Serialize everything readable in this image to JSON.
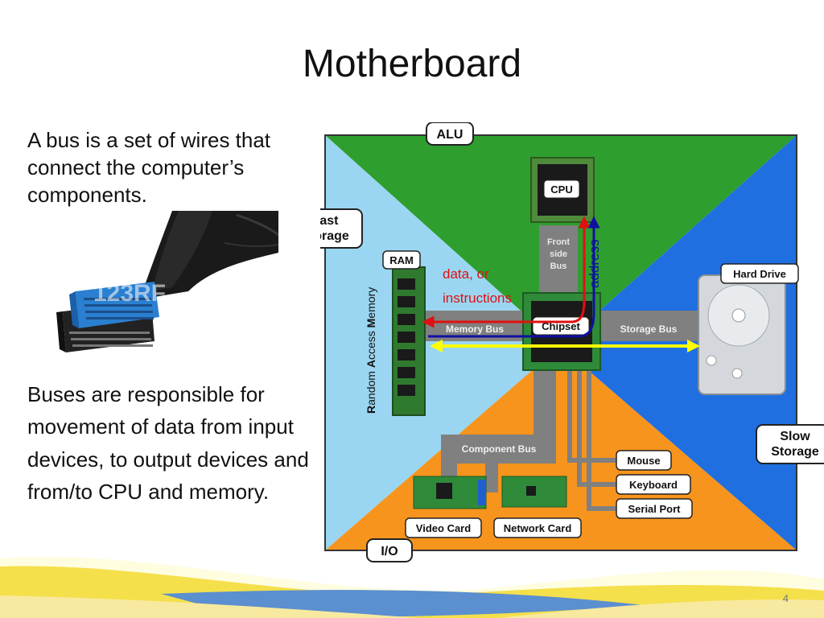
{
  "slide": {
    "title": "Motherboard",
    "paragraph1": "A bus is a set of wires that connect the computer’s components.",
    "paragraph2": "Buses are responsible for movement of data from input devices, to output devices and from/to CPU and memory.",
    "page_number": "4"
  },
  "photo": {
    "watermark": "123RF"
  },
  "diagram": {
    "labels": {
      "alu": "ALU",
      "fast_storage_line1": "Fast",
      "fast_storage_line2": "Storage",
      "slow_storage_line1": "Slow",
      "slow_storage_line2": "Storage",
      "io": "I/O",
      "cpu": "CPU",
      "ram": "RAM",
      "front_side_bus_line1": "Front",
      "front_side_bus_line2": "side",
      "front_side_bus_line3": "Bus",
      "memory_bus": "Memory Bus",
      "chipset": "Chipset",
      "storage_bus": "Storage Bus",
      "hard_drive": "Hard Drive",
      "component_bus": "Component Bus",
      "mouse": "Mouse",
      "keyboard": "Keyboard",
      "serial_port": "Serial Port",
      "video_card": "Video Card",
      "network_card": "Network Card",
      "data_instructions_line1": "data, or",
      "data_instructions_line2": "instructions",
      "address": "address",
      "ram_vertical_r": "R",
      "ram_vertical_andom": "andom ",
      "ram_vertical_a": "A",
      "ram_vertical_ccess": "ccess ",
      "ram_vertical_m": "M",
      "ram_vertical_emory": "emory"
    },
    "colors": {
      "alu_green": "#2e9e2e",
      "fast_storage_blue": "#9ad6f2",
      "slow_storage_blue": "#1f6fe0",
      "io_orange": "#f7941d",
      "bus_gray": "#808080",
      "chipset_green": "#2f8a3a",
      "data_arrow": "#e01010",
      "address_arrow": "#1010a0",
      "storage_arrow": "#ffff00"
    }
  }
}
